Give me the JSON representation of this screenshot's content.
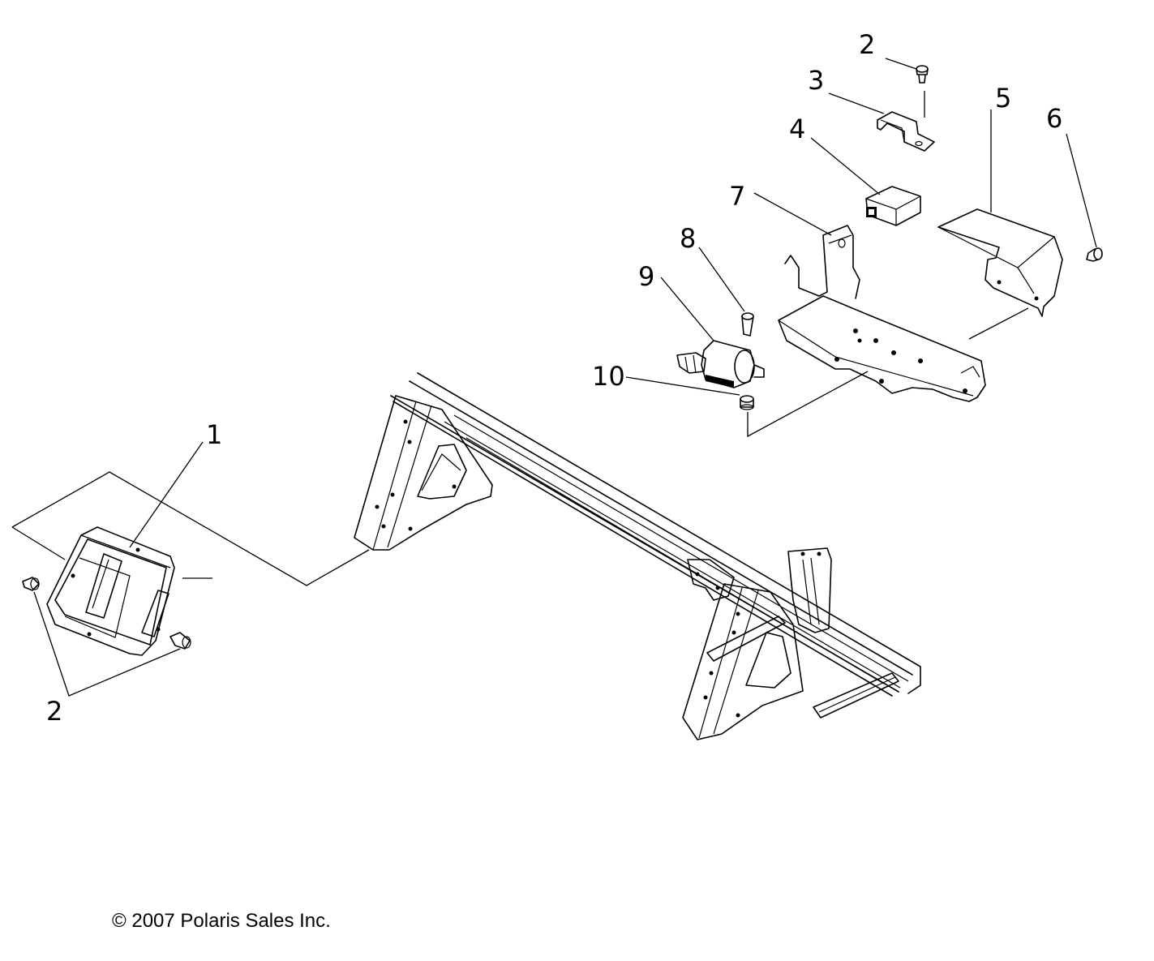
{
  "callouts": {
    "c1": "1",
    "c2_left": "2",
    "c2_top": "2",
    "c3": "3",
    "c4": "4",
    "c5": "5",
    "c6": "6",
    "c7": "7",
    "c8": "8",
    "c9": "9",
    "c10": "10"
  },
  "copyright": "© 2007 Polaris Sales Inc.",
  "colors": {
    "line": "#000000",
    "background": "#ffffff"
  }
}
